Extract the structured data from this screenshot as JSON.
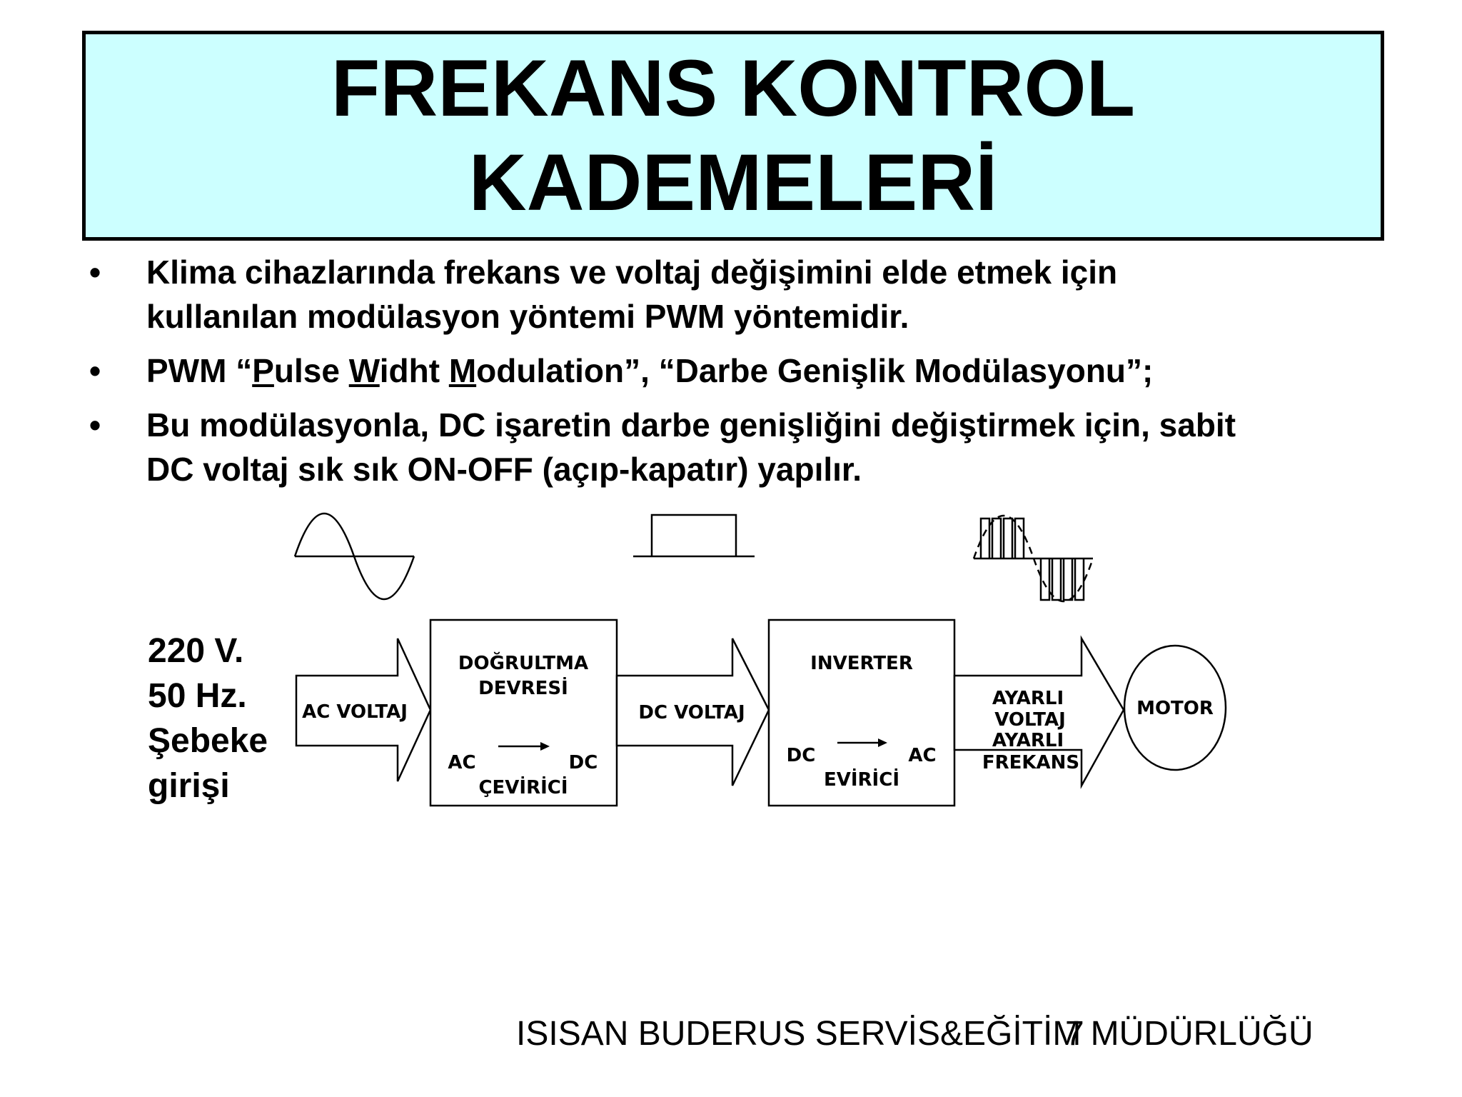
{
  "title": {
    "line1": "FREKANS KONTROL",
    "line2": "KADEMELERİ"
  },
  "bullets": {
    "b1": {
      "line1": "Klima cihazlarında frekans ve voltaj değişimini elde etmek için",
      "line2": "kullanılan modülasyon yöntemi PWM yöntemidir."
    },
    "b2": {
      "pre": "PWM “",
      "p": "P",
      "ulse": "ulse ",
      "w": "W",
      "idht": "idht ",
      "m": "M",
      "post": "odulation”, “Darbe Genişlik Modülasyonu”;"
    },
    "b3": {
      "line1": "Bu modülasyonla, DC işaretin darbe genişliğini değiştirmek için, sabit",
      "line2": "DC voltaj sık sık ON-OFF (açıp-kapatır) yapılır."
    }
  },
  "bullet_symbol": "•",
  "side_label": {
    "line1": "220 V.",
    "line2": "50 Hz.",
    "line3": "Şebeke",
    "line4": "girişi"
  },
  "diagram": {
    "arrow1": "AC VOLTAJ",
    "rectifier": {
      "title1": "DOĞRULTMA",
      "title2": "DEVRESİ",
      "from": "AC",
      "to": "DC",
      "sub": "ÇEVİRİCİ"
    },
    "arrow2": "DC VOLTAJ",
    "inverter": {
      "title": "INVERTER",
      "from": "DC",
      "to": "AC",
      "sub": "EVİRİCİ"
    },
    "arrow3": {
      "l1": "AYARLI",
      "l2": "VOLTAJ",
      "l3": "AYARLI",
      "l4": "FREKANS"
    },
    "motor": "MOTOR"
  },
  "footer": {
    "text": "ISISAN BUDERUS SERVİS&EĞİTİM MÜDÜRLÜĞÜ",
    "page": "7"
  }
}
